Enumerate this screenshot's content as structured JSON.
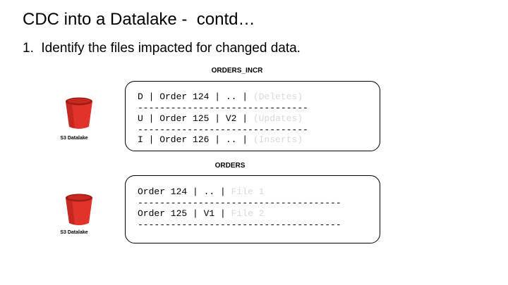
{
  "slide": {
    "title": "CDC into a Datalake -  contd…",
    "bullet": "1.  Identify the files impacted for changed data."
  },
  "incr": {
    "caption": "ORDERS_INCR",
    "bucket_label": "S3 Datalake",
    "rows": [
      {
        "main": "D | Order 124 | .. | ",
        "note": "(Deletes)"
      },
      {
        "main": "U | Order 125 | V2 | ",
        "note": "(Updates)"
      },
      {
        "main": "I | Order 126 | .. | ",
        "note": "(Inserts)"
      }
    ],
    "divider": "-------------------------------"
  },
  "orders": {
    "caption": "ORDERS",
    "bucket_label": "S3 Datalake",
    "rows": [
      {
        "main": "Order 124 | .. | ",
        "note": "File 1"
      },
      {
        "main": "Order 125 | V1 | ",
        "note": "File 2"
      }
    ],
    "divider": "-------------------------------------"
  },
  "colors": {
    "bucket": "#e2332a",
    "bucket_dark": "#9b1f18",
    "note": "#d8d8d8"
  },
  "icons": [
    "s3-bucket-icon",
    "s3-bucket-icon"
  ]
}
